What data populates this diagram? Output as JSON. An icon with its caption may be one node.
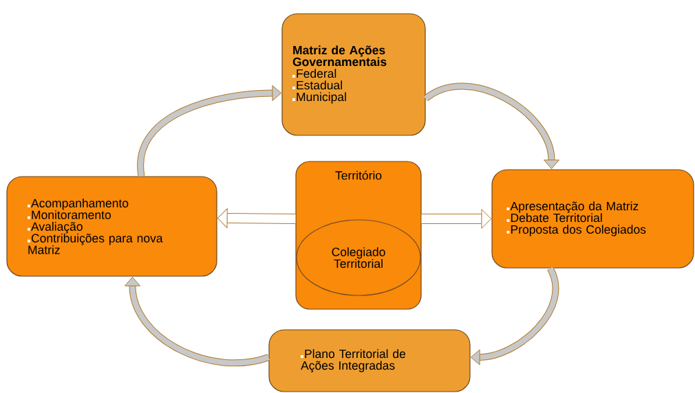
{
  "diagram": {
    "nodes": [
      {
        "text": [
          "Matriz de Ações Governamentais",
          "Federal",
          "Estadual",
          "Municipal"
        ]
      },
      {
        "text": [
          "Acompanhamento",
          "Monitoramento",
          "Avaliação",
          "Contribuições para nova Matriz"
        ]
      },
      {
        "text": [
          "Território"
        ]
      },
      {
        "text": [
          "Colegiado Territorial"
        ],
        "in": 2
      },
      {
        "text": [
          "Apresentação da Matriz",
          "Debate Territorial",
          "Proposta dos Colegiados"
        ]
      },
      {
        "text": [
          "Plano Territorial de Ações Integradas"
        ]
      }
    ],
    "edges": [
      {
        "from": 0,
        "to": 4,
        "arrow": "to"
      },
      {
        "from": 4,
        "to": 5,
        "arrow": "to"
      },
      {
        "from": 5,
        "to": 1,
        "arrow": "to"
      },
      {
        "from": 1,
        "to": 0,
        "arrow": "to"
      },
      {
        "from": 2,
        "to": 1,
        "arrow": "to"
      },
      {
        "from": 2,
        "to": 4,
        "arrow": "to"
      }
    ]
  }
}
